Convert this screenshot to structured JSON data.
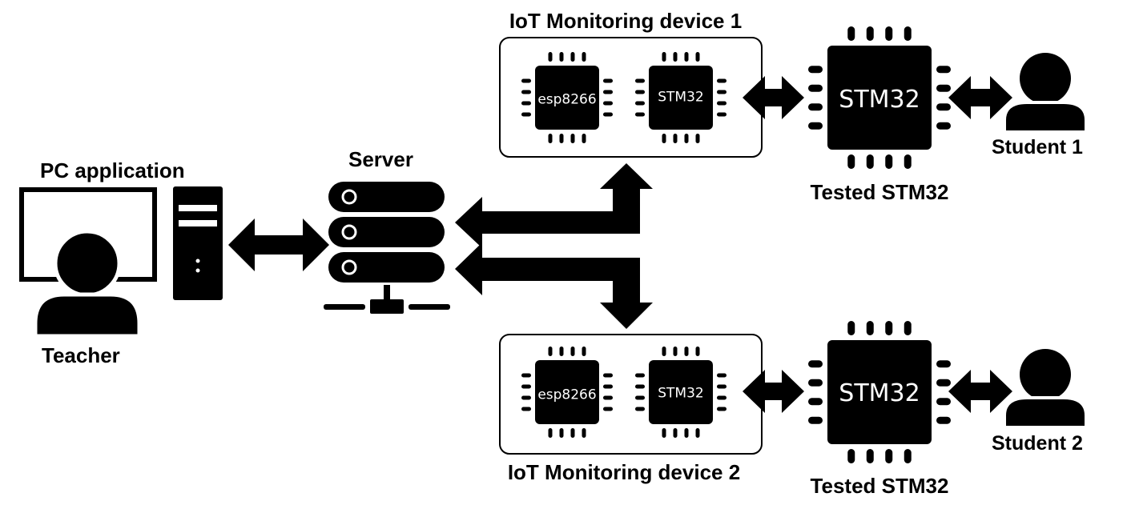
{
  "labels": {
    "pc_application": "PC application",
    "teacher": "Teacher",
    "server": "Server",
    "iot_device_1": "IoT Monitoring device 1",
    "iot_device_2": "IoT Monitoring device 2",
    "tested_stm32_1": "Tested STM32",
    "tested_stm32_2": "Tested STM32",
    "student_1": "Student 1",
    "student_2": "Student 2"
  },
  "chips": {
    "device1_esp": "esp8266",
    "device1_stm": "STM32",
    "device2_esp": "esp8266",
    "device2_stm": "STM32",
    "tested1": "STM32",
    "tested2": "STM32"
  },
  "icons": [
    "monitor-icon",
    "teacher-icon",
    "computer-tower-icon",
    "server-icon",
    "network-icon",
    "microchip-icon",
    "student-icon",
    "double-arrow-icon",
    "elbow-arrow-icon"
  ],
  "colors": {
    "ink": "#000000",
    "background": "#ffffff",
    "chip_text": "#ffffff"
  }
}
